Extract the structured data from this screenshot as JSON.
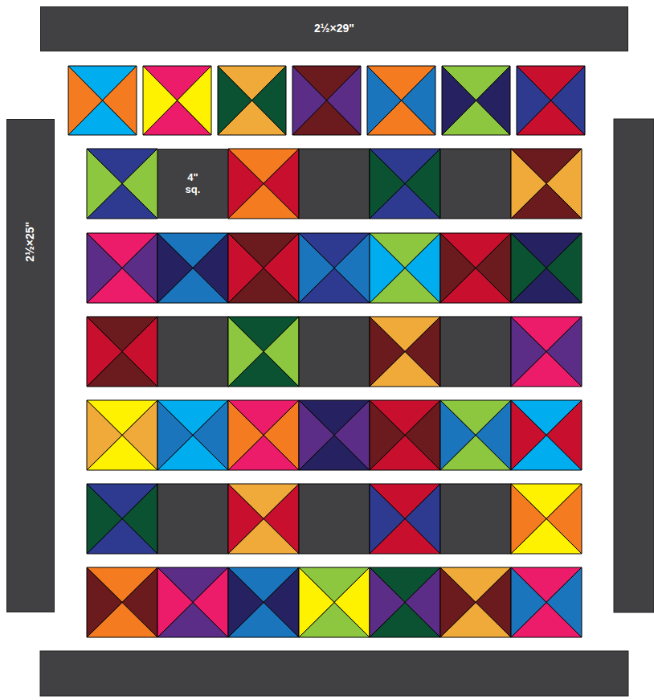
{
  "diagram": {
    "nodes": [
      {
        "text": [
          "2½×29\""
        ]
      },
      {
        "text": [
          "2½×25\""
        ]
      },
      {
        "text": [
          "4\" sq."
        ]
      }
    ]
  }
}
